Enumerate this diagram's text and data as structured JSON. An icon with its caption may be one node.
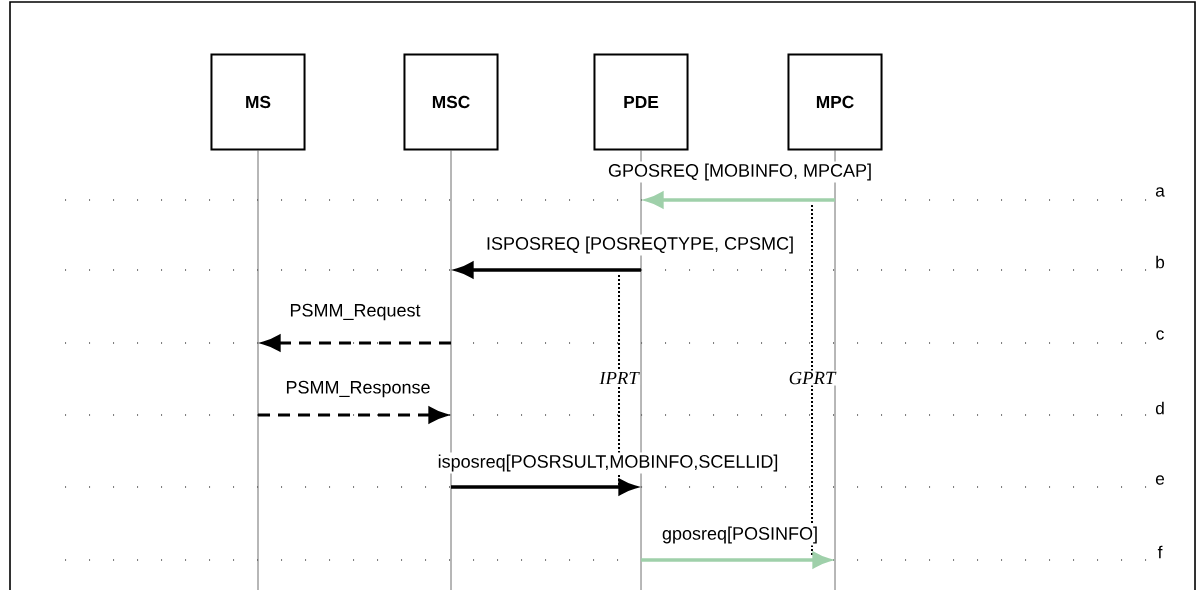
{
  "diagram": {
    "nodes": [
      {
        "text": [
          "MS"
        ]
      },
      {
        "text": [
          "MSC"
        ]
      },
      {
        "text": [
          "PDE"
        ]
      },
      {
        "text": [
          "MPC"
        ]
      },
      {
        "text": [],
        "shape": "line"
      },
      {
        "text": [],
        "shape": "line"
      },
      {
        "text": [],
        "shape": "line"
      },
      {
        "text": [],
        "shape": "line"
      }
    ],
    "edges": [
      {
        "from": 7,
        "to": 6,
        "arrow": "to",
        "label": "GPOSREQ [MOBINFO, MPCAP]",
        "color": "#9fd0aa"
      },
      {
        "from": 6,
        "to": 5,
        "arrow": "to",
        "label": "ISPOSREQ [POSREQTYPE, CPSMC]"
      },
      {
        "from": 5,
        "to": 4,
        "arrow": "to",
        "label": "PSMM_Request",
        "style": "dashed"
      },
      {
        "from": 4,
        "to": 5,
        "arrow": "to",
        "label": "PSMM_Response",
        "style": "dashed"
      },
      {
        "from": 5,
        "to": 6,
        "arrow": "to",
        "label": "isposreq[POSRSULT,MOBINFO,SCELLID]"
      },
      {
        "from": 6,
        "to": 7,
        "arrow": "to",
        "label": "gposreq[POSINFO]",
        "color": "#9fd0aa"
      }
    ],
    "labels": [
      "a",
      "b",
      "c",
      "IPRT",
      "GPRT",
      "d",
      "e",
      "f"
    ]
  }
}
